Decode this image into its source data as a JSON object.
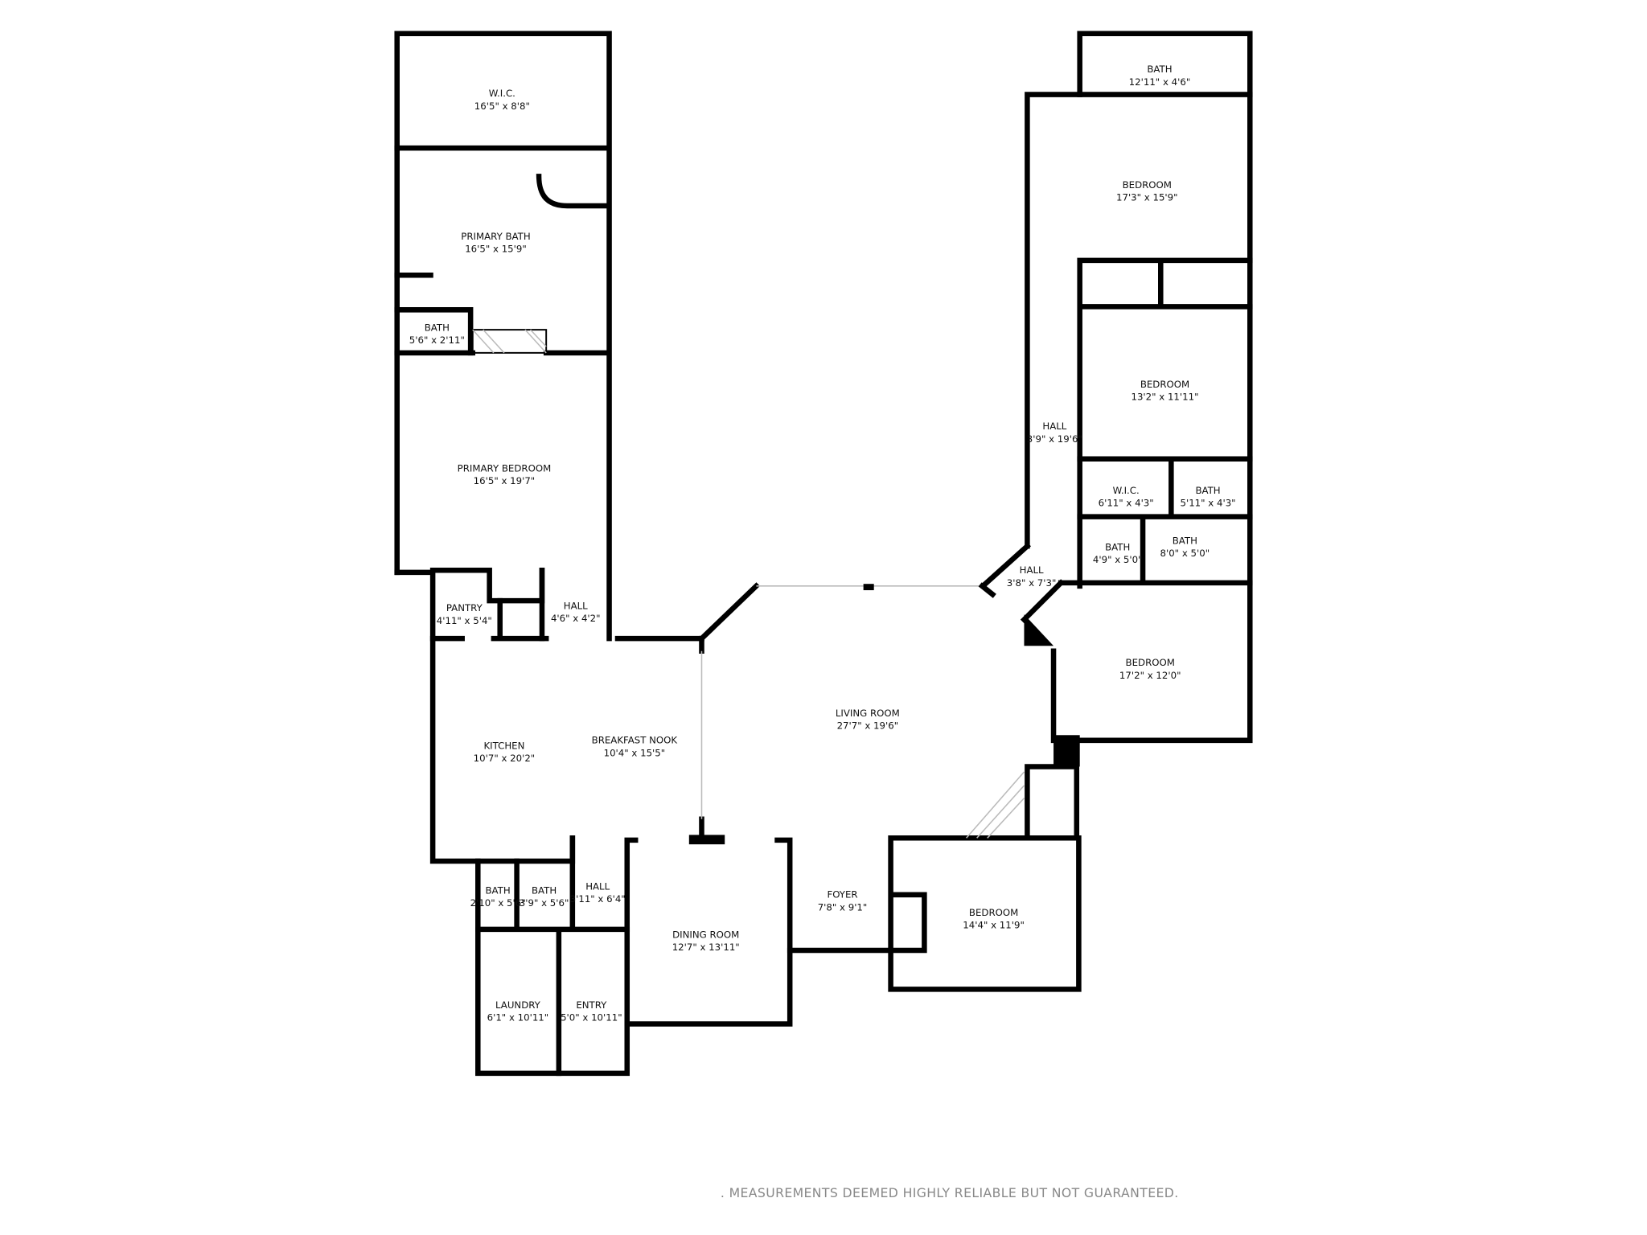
{
  "rooms": [
    {
      "name": "W.I.C.",
      "dims": "16'5\" x 8'8\""
    },
    {
      "name": "PRIMARY BATH",
      "dims": "16'5\" x 15'9\""
    },
    {
      "name": "BATH",
      "dims": "5'6\" x 2'11\""
    },
    {
      "name": "PRIMARY BEDROOM",
      "dims": "16'5\" x 19'7\""
    },
    {
      "name": "PANTRY",
      "dims": "4'11\" x 5'4\""
    },
    {
      "name": "HALL",
      "dims": "4'6\" x 4'2\""
    },
    {
      "name": "KITCHEN",
      "dims": "10'7\" x 20'2\""
    },
    {
      "name": "BREAKFAST NOOK",
      "dims": "10'4\" x 15'5\""
    },
    {
      "name": "LIVING ROOM",
      "dims": "27'7\" x 19'6\""
    },
    {
      "name": "BATH",
      "dims": "2'10\" x 5'6\""
    },
    {
      "name": "BATH",
      "dims": "3'9\" x 5'6\""
    },
    {
      "name": "HALL",
      "dims": "3'11\" x 6'4\""
    },
    {
      "name": "DINING ROOM",
      "dims": "12'7\" x 13'11\""
    },
    {
      "name": "LAUNDRY",
      "dims": "6'1\" x 10'11\""
    },
    {
      "name": "ENTRY",
      "dims": "5'0\" x 10'11\""
    },
    {
      "name": "FOYER",
      "dims": "7'8\" x 9'1\""
    },
    {
      "name": "BEDROOM",
      "dims": "14'4\" x 11'9\""
    },
    {
      "name": "BATH",
      "dims": "12'11\" x 4'6\""
    },
    {
      "name": "BEDROOM",
      "dims": "17'3\" x 15'9\""
    },
    {
      "name": "BEDROOM",
      "dims": "13'2\" x 11'11\""
    },
    {
      "name": "HALL",
      "dims": "3'9\" x 19'6\""
    },
    {
      "name": "W.I.C.",
      "dims": "6'11\" x 4'3\""
    },
    {
      "name": "BATH",
      "dims": "5'11\" x 4'3\""
    },
    {
      "name": "BATH",
      "dims": "4'9\" x 5'0\""
    },
    {
      "name": "BATH",
      "dims": "8'0\" x 5'0\""
    },
    {
      "name": "HALL",
      "dims": "3'8\" x 7'3\""
    },
    {
      "name": "BEDROOM",
      "dims": "17'2\" x 12'0\""
    }
  ],
  "footer": {
    "disclaimer": ". MEASUREMENTS DEEMED HIGHLY RELIABLE BUT NOT GUARANTEED."
  }
}
